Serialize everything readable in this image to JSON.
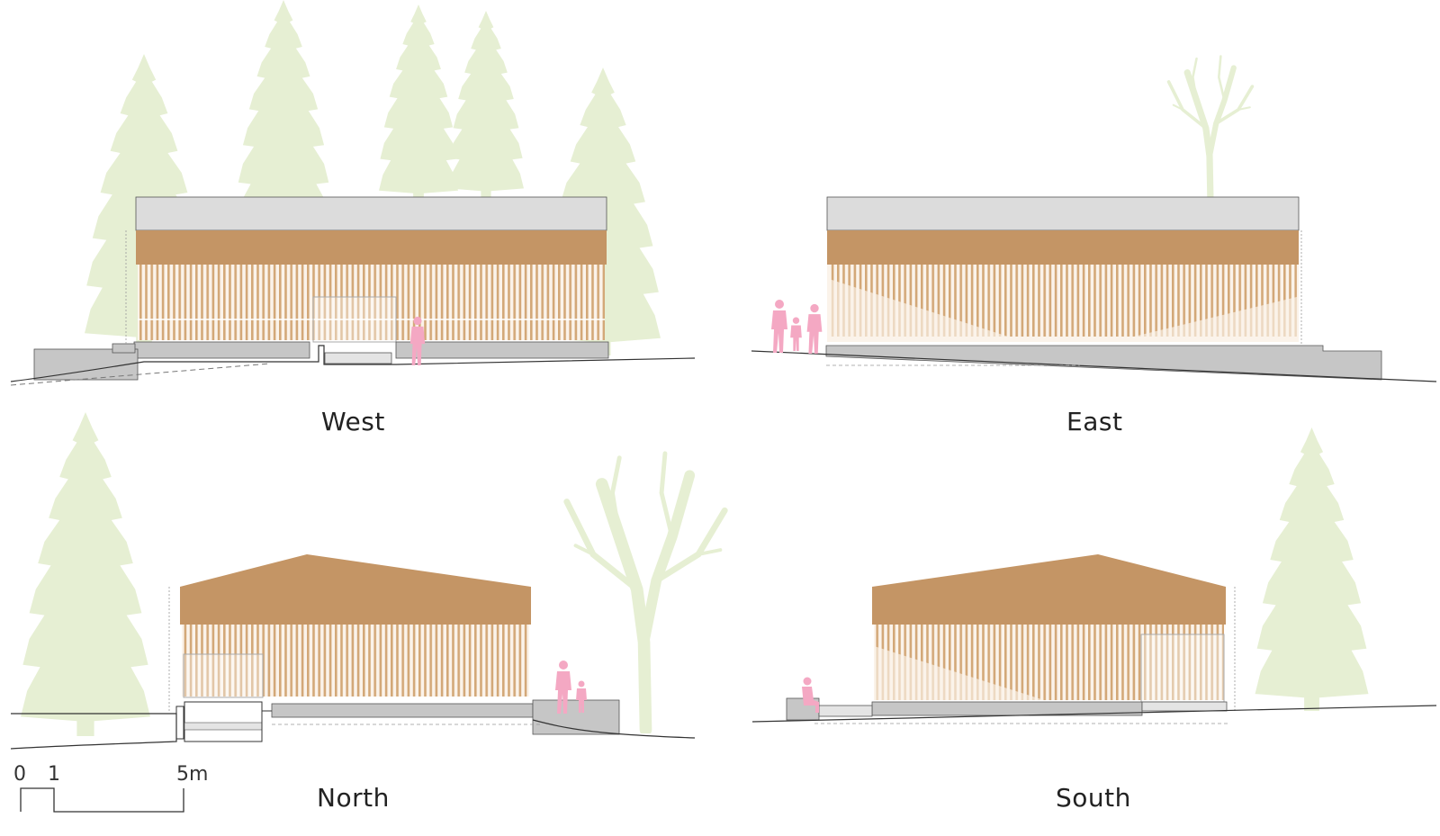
{
  "views": {
    "west": "West",
    "east": "East",
    "north": "North",
    "south": "South"
  },
  "scale_bar": {
    "tick0": "0",
    "tick1": "1",
    "tick5": "5m"
  },
  "colors": {
    "tree": "#e6efd3",
    "wood": "#c49565",
    "slat": "#d3a878",
    "roof": "#dcdcdc",
    "plinth": "#c6c6c6",
    "person": "#f4a8c3",
    "line": "#333333"
  }
}
